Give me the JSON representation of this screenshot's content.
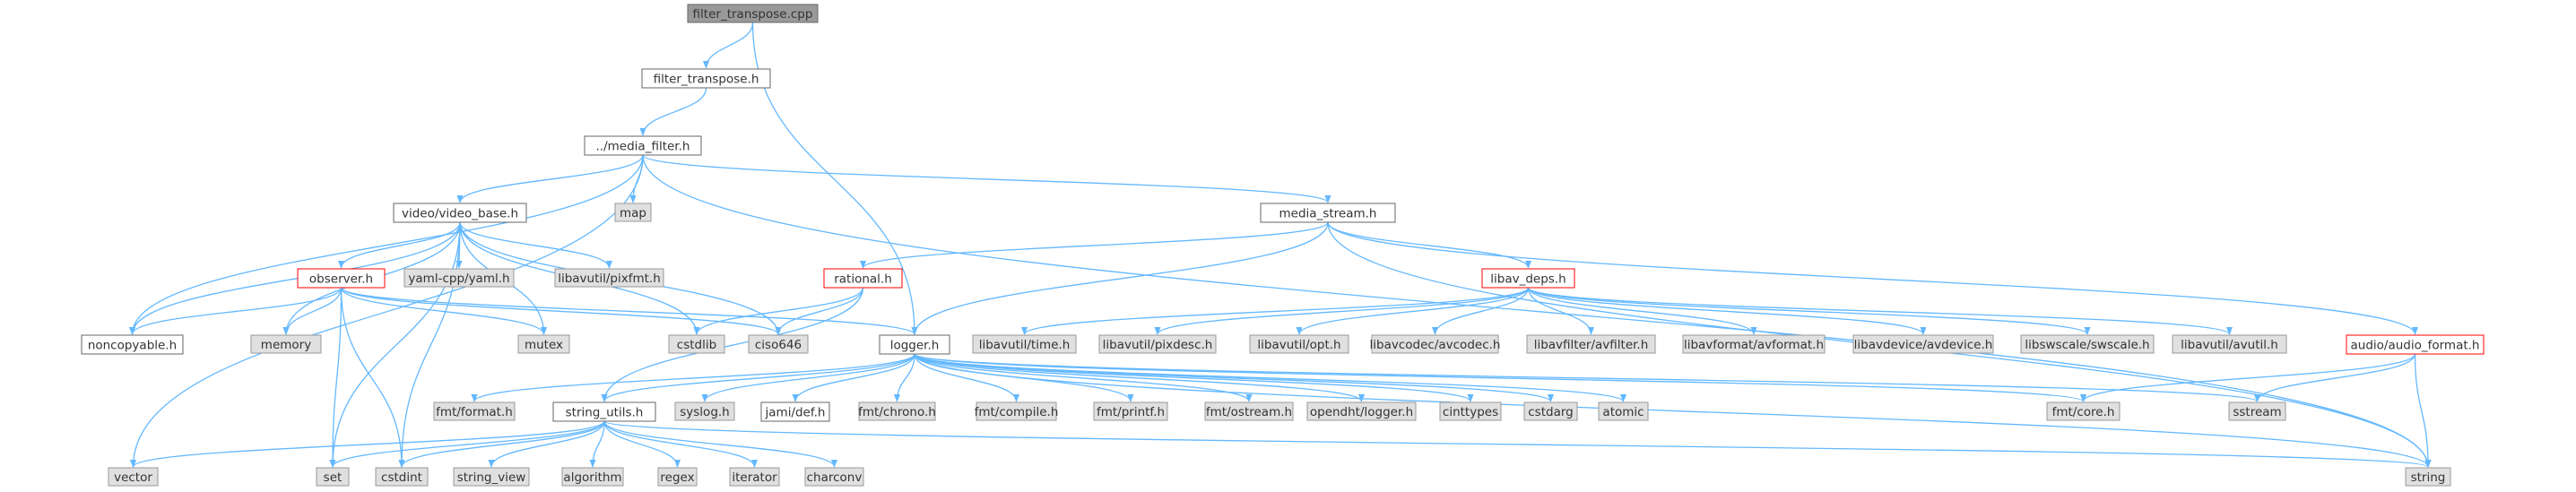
{
  "colors": {
    "edge": "#63b8ff",
    "node_border": "#999999",
    "node_fill_gray": "#e0e0e0",
    "node_fill_white": "#ffffff",
    "node_border_black": "#666666",
    "node_border_red": "#ff0000",
    "root_fill": "#999999",
    "text": "#333333"
  },
  "nodes": [
    {
      "id": "root",
      "label": "filter_transpose.cpp",
      "style": "root"
    },
    {
      "id": "ft_h",
      "label": "filter_transpose.h",
      "style": "white"
    },
    {
      "id": "media_filter",
      "label": "../media_filter.h",
      "style": "white"
    },
    {
      "id": "map",
      "label": "map",
      "style": "gray"
    },
    {
      "id": "video_base",
      "label": "video/video_base.h",
      "style": "white"
    },
    {
      "id": "media_stream",
      "label": "media_stream.h",
      "style": "white"
    },
    {
      "id": "observer",
      "label": "observer.h",
      "style": "red"
    },
    {
      "id": "yaml",
      "label": "yaml-cpp/yaml.h",
      "style": "gray"
    },
    {
      "id": "pixfmt",
      "label": "libavutil/pixfmt.h",
      "style": "gray"
    },
    {
      "id": "rational",
      "label": "rational.h",
      "style": "red"
    },
    {
      "id": "libav_deps",
      "label": "libav_deps.h",
      "style": "red"
    },
    {
      "id": "noncopyable",
      "label": "noncopyable.h",
      "style": "white"
    },
    {
      "id": "memory",
      "label": "memory",
      "style": "gray"
    },
    {
      "id": "mutex",
      "label": "mutex",
      "style": "gray"
    },
    {
      "id": "cstdlib",
      "label": "cstdlib",
      "style": "gray"
    },
    {
      "id": "ciso646",
      "label": "ciso646",
      "style": "gray"
    },
    {
      "id": "logger",
      "label": "logger.h",
      "style": "white"
    },
    {
      "id": "time",
      "label": "libavutil/time.h",
      "style": "gray"
    },
    {
      "id": "pixdesc",
      "label": "libavutil/pixdesc.h",
      "style": "gray"
    },
    {
      "id": "opt",
      "label": "libavutil/opt.h",
      "style": "gray"
    },
    {
      "id": "avcodec",
      "label": "libavcodec/avcodec.h",
      "style": "gray"
    },
    {
      "id": "avfilter",
      "label": "libavfilter/avfilter.h",
      "style": "gray"
    },
    {
      "id": "avformat",
      "label": "libavformat/avformat.h",
      "style": "gray"
    },
    {
      "id": "avdevice",
      "label": "libavdevice/avdevice.h",
      "style": "gray"
    },
    {
      "id": "swscale",
      "label": "libswscale/swscale.h",
      "style": "gray"
    },
    {
      "id": "avutil",
      "label": "libavutil/avutil.h",
      "style": "gray"
    },
    {
      "id": "audio_format",
      "label": "audio/audio_format.h",
      "style": "red"
    },
    {
      "id": "fmt_format",
      "label": "fmt/format.h",
      "style": "gray"
    },
    {
      "id": "string_utils",
      "label": "string_utils.h",
      "style": "white"
    },
    {
      "id": "syslog",
      "label": "syslog.h",
      "style": "gray"
    },
    {
      "id": "jami_def",
      "label": "jami/def.h",
      "style": "white"
    },
    {
      "id": "fmt_chrono",
      "label": "fmt/chrono.h",
      "style": "gray"
    },
    {
      "id": "fmt_compile",
      "label": "fmt/compile.h",
      "style": "gray"
    },
    {
      "id": "fmt_printf",
      "label": "fmt/printf.h",
      "style": "gray"
    },
    {
      "id": "fmt_ostream",
      "label": "fmt/ostream.h",
      "style": "gray"
    },
    {
      "id": "opendht_logger",
      "label": "opendht/logger.h",
      "style": "gray"
    },
    {
      "id": "cinttypes",
      "label": "cinttypes",
      "style": "gray"
    },
    {
      "id": "cstdarg",
      "label": "cstdarg",
      "style": "gray"
    },
    {
      "id": "atomic",
      "label": "atomic",
      "style": "gray"
    },
    {
      "id": "fmt_core",
      "label": "fmt/core.h",
      "style": "gray"
    },
    {
      "id": "sstream",
      "label": "sstream",
      "style": "gray"
    },
    {
      "id": "string",
      "label": "string",
      "style": "gray"
    },
    {
      "id": "vector",
      "label": "vector",
      "style": "gray"
    },
    {
      "id": "set",
      "label": "set",
      "style": "gray"
    },
    {
      "id": "cstdint",
      "label": "cstdint",
      "style": "gray"
    },
    {
      "id": "string_view",
      "label": "string_view",
      "style": "gray"
    },
    {
      "id": "algorithm",
      "label": "algorithm",
      "style": "gray"
    },
    {
      "id": "regex",
      "label": "regex",
      "style": "gray"
    },
    {
      "id": "iterator",
      "label": "iterator",
      "style": "gray"
    },
    {
      "id": "charconv",
      "label": "charconv",
      "style": "gray"
    }
  ],
  "edges": [
    [
      "root",
      "ft_h"
    ],
    [
      "root",
      "logger"
    ],
    [
      "ft_h",
      "media_filter"
    ],
    [
      "media_filter",
      "video_base"
    ],
    [
      "media_filter",
      "map"
    ],
    [
      "media_filter",
      "media_stream"
    ],
    [
      "media_filter",
      "noncopyable"
    ],
    [
      "media_filter",
      "vector"
    ],
    [
      "media_filter",
      "string"
    ],
    [
      "video_base",
      "observer"
    ],
    [
      "video_base",
      "yaml"
    ],
    [
      "video_base",
      "pixfmt"
    ],
    [
      "video_base",
      "noncopyable"
    ],
    [
      "video_base",
      "memory"
    ],
    [
      "video_base",
      "mutex"
    ],
    [
      "video_base",
      "cstdlib"
    ],
    [
      "video_base",
      "ciso646"
    ],
    [
      "video_base",
      "set"
    ],
    [
      "video_base",
      "cstdint"
    ],
    [
      "media_stream",
      "rational"
    ],
    [
      "media_stream",
      "libav_deps"
    ],
    [
      "media_stream",
      "logger"
    ],
    [
      "media_stream",
      "audio_format"
    ],
    [
      "media_stream",
      "string"
    ],
    [
      "observer",
      "noncopyable"
    ],
    [
      "observer",
      "memory"
    ],
    [
      "observer",
      "mutex"
    ],
    [
      "observer",
      "ciso646"
    ],
    [
      "observer",
      "logger"
    ],
    [
      "observer",
      "set"
    ],
    [
      "observer",
      "cstdint"
    ],
    [
      "rational",
      "cstdlib"
    ],
    [
      "rational",
      "ciso646"
    ],
    [
      "rational",
      "string_utils"
    ],
    [
      "libav_deps",
      "time"
    ],
    [
      "libav_deps",
      "pixdesc"
    ],
    [
      "libav_deps",
      "opt"
    ],
    [
      "libav_deps",
      "avcodec"
    ],
    [
      "libav_deps",
      "avfilter"
    ],
    [
      "libav_deps",
      "avformat"
    ],
    [
      "libav_deps",
      "avdevice"
    ],
    [
      "libav_deps",
      "swscale"
    ],
    [
      "libav_deps",
      "avutil"
    ],
    [
      "audio_format",
      "fmt_core"
    ],
    [
      "audio_format",
      "sstream"
    ],
    [
      "audio_format",
      "string"
    ],
    [
      "logger",
      "fmt_format"
    ],
    [
      "logger",
      "string_utils"
    ],
    [
      "logger",
      "syslog"
    ],
    [
      "logger",
      "jami_def"
    ],
    [
      "logger",
      "fmt_chrono"
    ],
    [
      "logger",
      "fmt_compile"
    ],
    [
      "logger",
      "fmt_printf"
    ],
    [
      "logger",
      "fmt_ostream"
    ],
    [
      "logger",
      "opendht_logger"
    ],
    [
      "logger",
      "cinttypes"
    ],
    [
      "logger",
      "cstdarg"
    ],
    [
      "logger",
      "atomic"
    ],
    [
      "logger",
      "fmt_core"
    ],
    [
      "logger",
      "sstream"
    ],
    [
      "logger",
      "string"
    ],
    [
      "string_utils",
      "vector"
    ],
    [
      "string_utils",
      "set"
    ],
    [
      "string_utils",
      "cstdint"
    ],
    [
      "string_utils",
      "string_view"
    ],
    [
      "string_utils",
      "algorithm"
    ],
    [
      "string_utils",
      "regex"
    ],
    [
      "string_utils",
      "iterator"
    ],
    [
      "string_utils",
      "charconv"
    ],
    [
      "string_utils",
      "string"
    ]
  ]
}
